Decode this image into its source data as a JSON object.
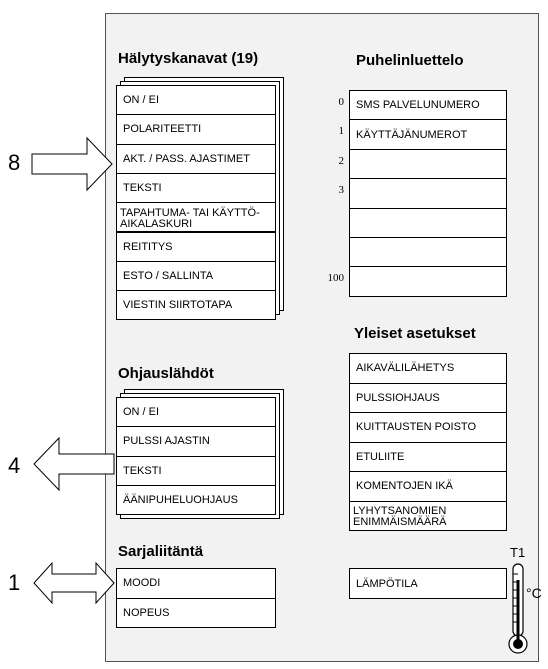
{
  "alarm_channels": {
    "title": "Hälytyskanavat (19)",
    "items": [
      "ON / EI",
      "POLARITEETTI",
      "AKT. / PASS. AJASTIMET",
      "TEKSTI",
      "TAPAHTUMA- TAI KÄYTTÖ-\nAIKALASKURI",
      "REITITYS",
      "ESTO / SALLINTA",
      "VIESTIN SIIRTOTAPA"
    ]
  },
  "phonebook": {
    "title": "Puhelinluettelo",
    "indices": [
      "0",
      "1",
      "2",
      "3",
      "100"
    ],
    "entries": [
      "SMS PALVELUNUMERO",
      "KÄYTTÄJÄNUMEROT",
      "",
      "",
      "",
      "",
      ""
    ]
  },
  "general_settings": {
    "title": "Yleiset asetukset",
    "items": [
      "AIKAVÄLILÄHETYS",
      "PULSSIOHJAUS",
      "KUITTAUSTEN POISTO",
      "ETULIITE",
      "KOMENTOJEN IKÄ",
      "LYHYTSANOMIEN\nENIMMÄISMÄÄRÄ"
    ]
  },
  "control_outputs": {
    "title": "Ohjauslähdöt",
    "items": [
      "ON / EI",
      "PULSSI AJASTIN",
      "TEKSTI",
      "ÄÄNIPUHELUOHJAUS"
    ]
  },
  "serial_port": {
    "title": "Sarjaliitäntä",
    "items": [
      "MOODI",
      "NOPEUS"
    ]
  },
  "temperature": {
    "label": "LÄMPÖTILA",
    "sensor": "T1",
    "unit": "°C"
  },
  "external": {
    "inputs_label": "8",
    "outputs_label": "4",
    "serial_label": "1"
  },
  "icons": {
    "input_arrow": "arrow-right-icon",
    "output_arrow": "arrow-left-icon",
    "serial_arrow": "double-arrow-icon",
    "thermometer": "thermometer-icon"
  }
}
